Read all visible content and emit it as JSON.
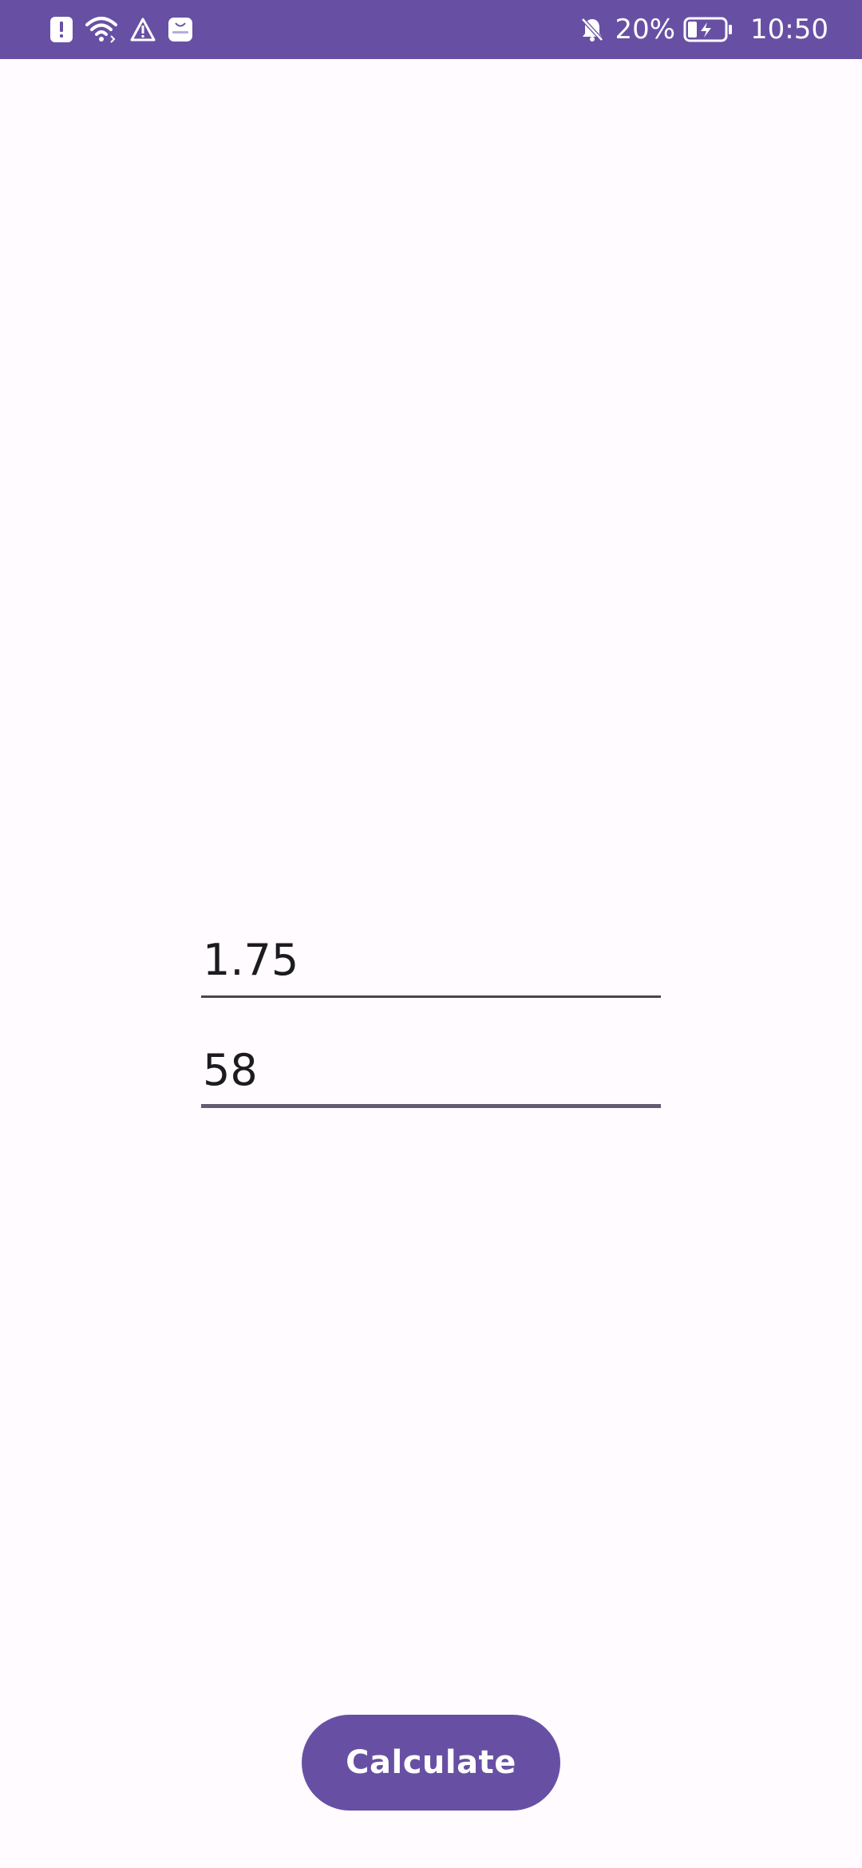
{
  "status_bar": {
    "battery_percent": "20%",
    "time": "10:50",
    "left_icons": [
      "alert-icon",
      "wifi-icon",
      "warning-icon",
      "huawei-store-icon"
    ],
    "right_icons": [
      "bell-off-icon",
      "battery-charging-icon"
    ]
  },
  "form": {
    "height_value": "1.75",
    "weight_value": "58"
  },
  "actions": {
    "calculate_label": "Calculate"
  },
  "colors": {
    "primary": "#6750a4",
    "background": "#fffbfe",
    "text": "#1c1b1f"
  }
}
